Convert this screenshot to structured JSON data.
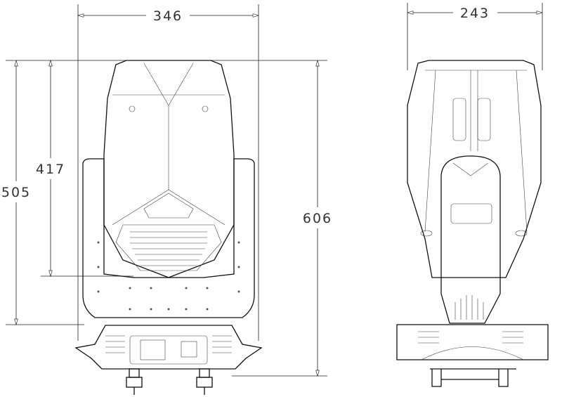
{
  "dimensions": {
    "front_width": "346",
    "side_width": "243",
    "head_height": "417",
    "yoke_height": "505",
    "total_height": "606"
  }
}
